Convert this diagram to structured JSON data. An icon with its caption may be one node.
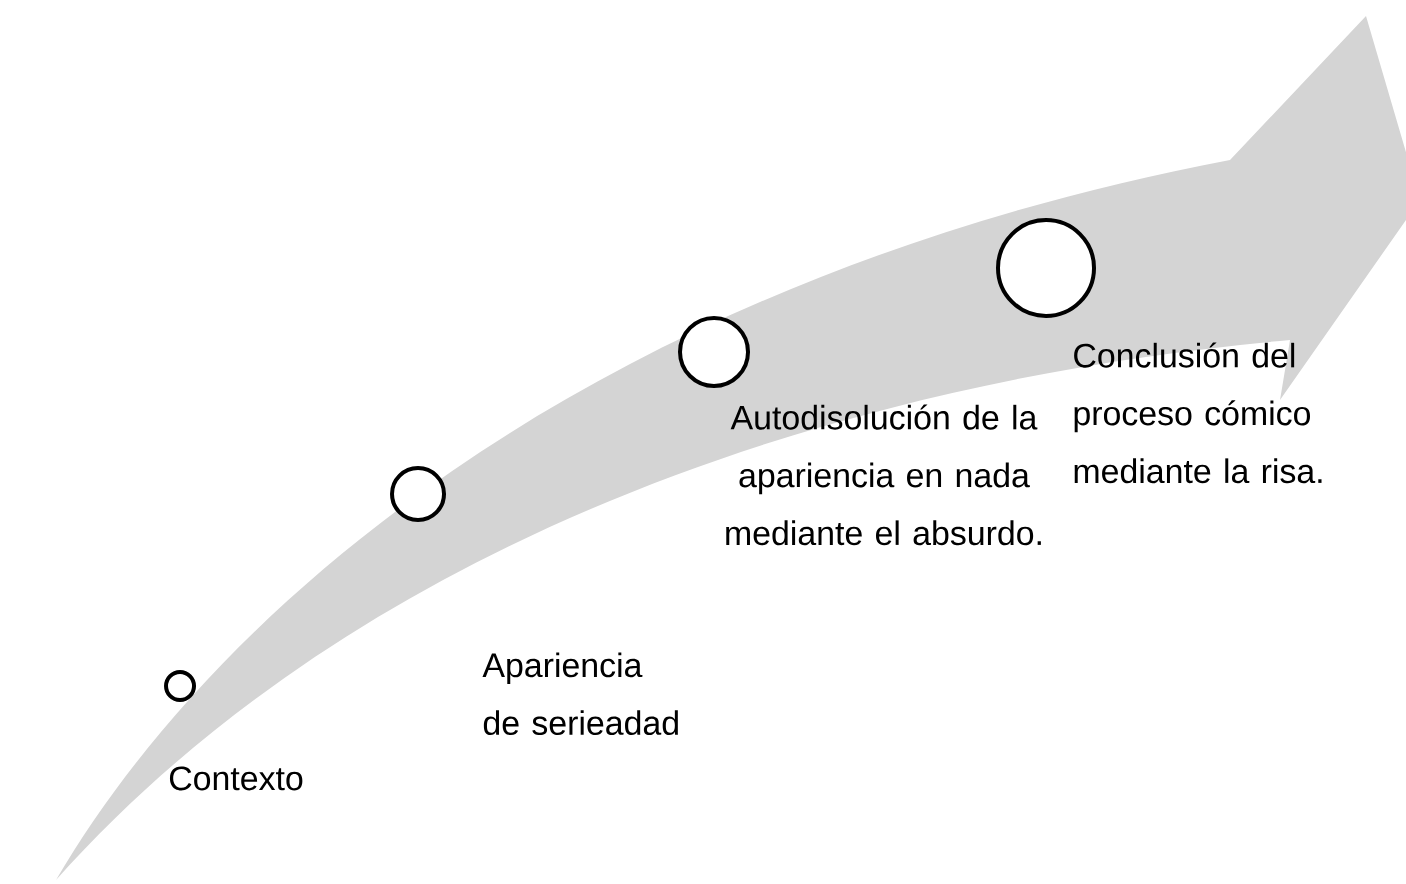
{
  "diagram": {
    "nodes": [
      {
        "text": [],
        "shape": "circle",
        "beside": [
          "Contexto"
        ]
      },
      {
        "text": [],
        "shape": "circle"
      },
      {
        "text": [],
        "shape": "circle",
        "beside": [
          "Autodisolución de la apariencia en nada mediante el absurdo."
        ]
      },
      {
        "text": [],
        "shape": "circle",
        "beside": [
          "Conclusión del proceso cómico mediante la risa."
        ]
      }
    ],
    "labels": [
      "Apariencia de serieadad"
    ]
  }
}
